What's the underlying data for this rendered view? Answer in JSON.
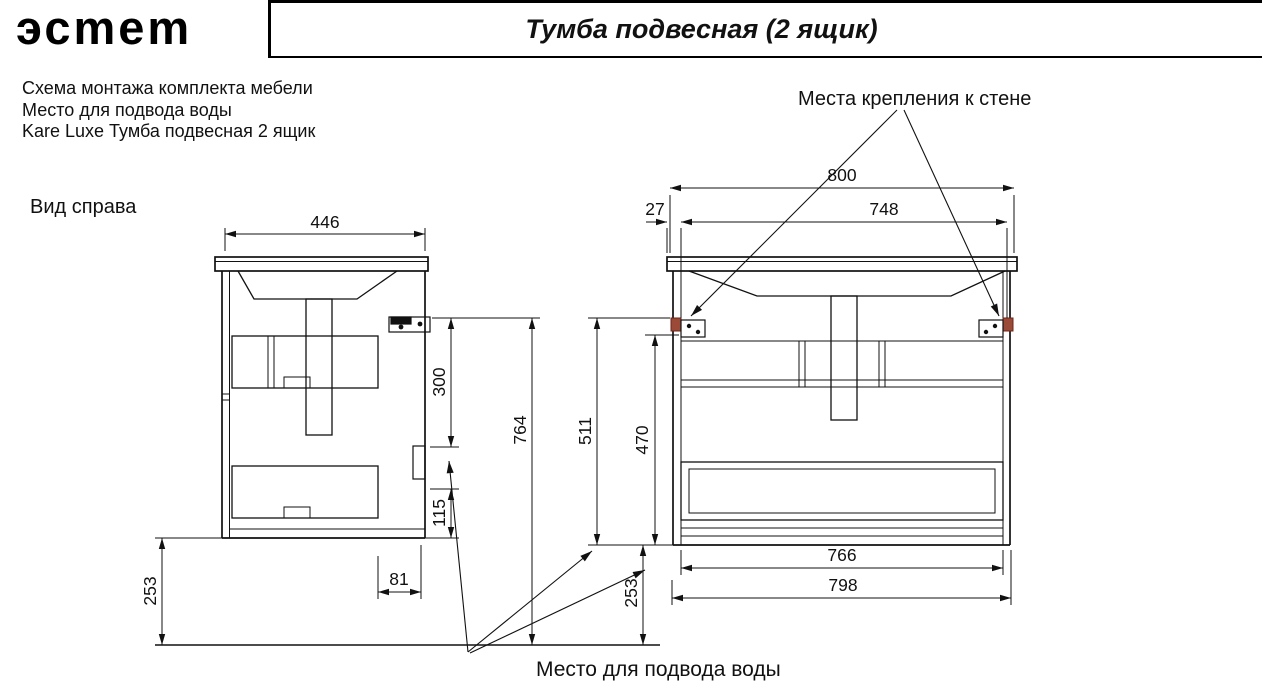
{
  "colors": {
    "line": "#111111",
    "bracket_accent": "#9c4a38",
    "background": "#ffffff"
  },
  "header": {
    "logo": "эсmem",
    "title": "Тумба подвесная (2 ящик)"
  },
  "notes": [
    "Схема монтажа комплекта мебели",
    "Место для подвода воды",
    "Kare Luxe Тумба подвесная 2 ящик"
  ],
  "callouts": {
    "side_view": "Вид справа",
    "wall_mounts": "Места крепления к стене",
    "water_supply": "Место для подвода воды"
  },
  "dimensions": {
    "side_width": "446",
    "side_300": "300",
    "side_115": "115",
    "side_764": "764",
    "side_253": "253",
    "side_81": "81",
    "front_800": "800",
    "front_27": "27",
    "front_748": "748",
    "front_511": "511",
    "front_470": "470",
    "front_766": "766",
    "front_798": "798",
    "front_253": "253"
  }
}
